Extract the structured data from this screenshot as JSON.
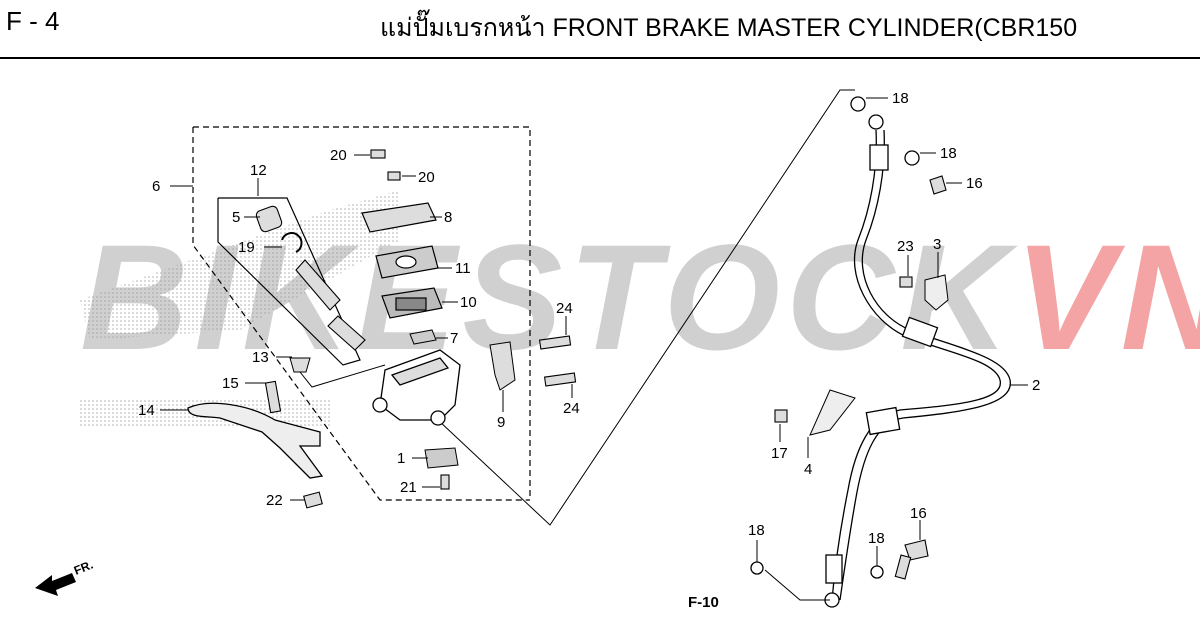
{
  "header": {
    "page_code": "F - 4",
    "title": "แม่ปั๊มเบรกหน้า FRONT BRAKE MASTER CYLINDER(CBR150"
  },
  "watermark": {
    "part1": "BIKESTOCK",
    "part2": "VN",
    "color_gray": "#aaaaaa",
    "color_red": "#e85a5a"
  },
  "callouts": {
    "c1": "1",
    "c2": "2",
    "c3": "3",
    "c4": "4",
    "c5": "5",
    "c6": "6",
    "c7": "7",
    "c8": "8",
    "c9": "9",
    "c10": "10",
    "c11": "11",
    "c12": "12",
    "c13": "13",
    "c14": "14",
    "c15": "15",
    "c16a": "16",
    "c16b": "16",
    "c17": "17",
    "c18a": "18",
    "c18b": "18",
    "c18c": "18",
    "c18d": "18",
    "c19": "19",
    "c20a": "20",
    "c20b": "20",
    "c21": "21",
    "c22": "22",
    "c23": "23",
    "c24a": "24",
    "c24b": "24"
  },
  "refs": {
    "ref_f10": "F-10",
    "front_arrow": "FR."
  }
}
